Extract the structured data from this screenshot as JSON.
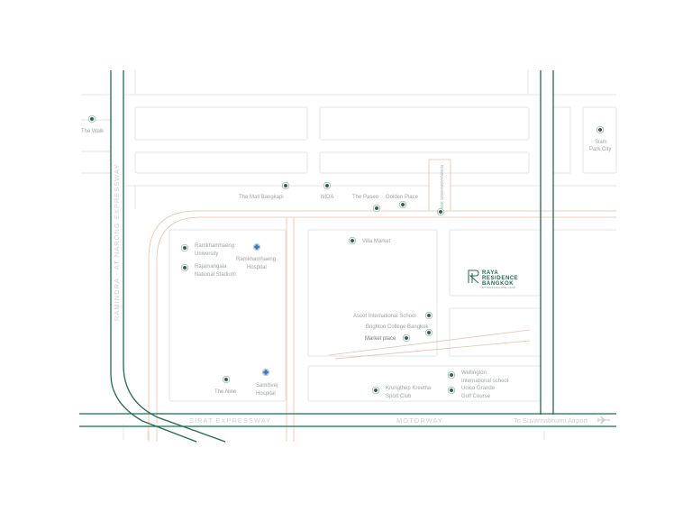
{
  "brand": {
    "name_line1": "RAYA",
    "name_line2": "RESIDENCE",
    "name_line3": "BANGKOK",
    "tagline": "BY WORLDCLASS LAND",
    "color": "#1f6b52"
  },
  "colors": {
    "expressway": "#1f6b52",
    "road": "#e8c2a6",
    "block": "#e3e6e4",
    "marker": "#1f6b52"
  },
  "roads": {
    "left_expressway": "RAMINDRA - AT NARONG EXPRESSWAY",
    "sirat": "SIRAT EXPRESSWAY",
    "motorway": "MOTORWAY",
    "airport": "To Suvarnabhumi Airport",
    "soi": "RAMKHAMHAENG SOI 24"
  },
  "places": {
    "the_walk": "The Walk",
    "siam_park_line1": "Siam",
    "siam_park_line2": "Park City",
    "mall_bangkapi": "The Mall Bangkapi",
    "nida": "NIDA",
    "the_paseo": "The Paseo",
    "golden_place": "Golden Place",
    "villa_market": "Villa Market",
    "ru_line1": "Ramkhamhaeng",
    "ru_line2": "University",
    "rmh_line1": "Ramkhamhaeng",
    "rmh_line2": "Hospital",
    "rajamangala_line1": "Rajamangala",
    "rajamangala_line2": "National Stadium",
    "ascot": "Ascot International School",
    "brighton": "Brighton College Bangkok",
    "market_place": "Market place",
    "wellington_line1": "Wellington",
    "wellington_line2": "International school",
    "krungthep_line1": "Krungthep Kreetha",
    "krungthep_line2": "Sport Club",
    "unico_line1": "Unico Grande",
    "unico_line2": "Golf Course",
    "the_nine": "The Nine",
    "samitivej_line1": "Samitivej",
    "samitivej_line2": "Hospital"
  }
}
